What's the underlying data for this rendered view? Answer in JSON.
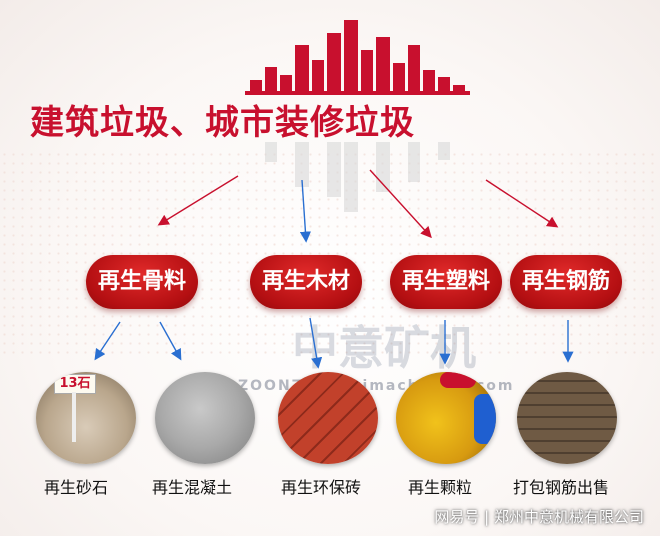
{
  "title": "建筑垃圾、城市装修垃圾",
  "categories": [
    {
      "label": "再生骨料"
    },
    {
      "label": "再生木材"
    },
    {
      "label": "再生塑料"
    },
    {
      "label": "再生钢筋"
    }
  ],
  "products": [
    {
      "label": "再生砂石",
      "sign": "13石"
    },
    {
      "label": "再生混凝土"
    },
    {
      "label": "再生环保砖"
    },
    {
      "label": "再生颗粒"
    },
    {
      "label": "打包钢筋出售"
    }
  ],
  "watermark": {
    "text": "中意矿机",
    "latin": "ZOONZhongyimachinery.com"
  },
  "footer": {
    "source": "网易号",
    "separator": "|",
    "company": "郑州中意机械有限公司"
  },
  "colors": {
    "accent_red": "#c8102e",
    "arrow_red": "#c8102e",
    "arrow_blue": "#2a6fd1"
  }
}
